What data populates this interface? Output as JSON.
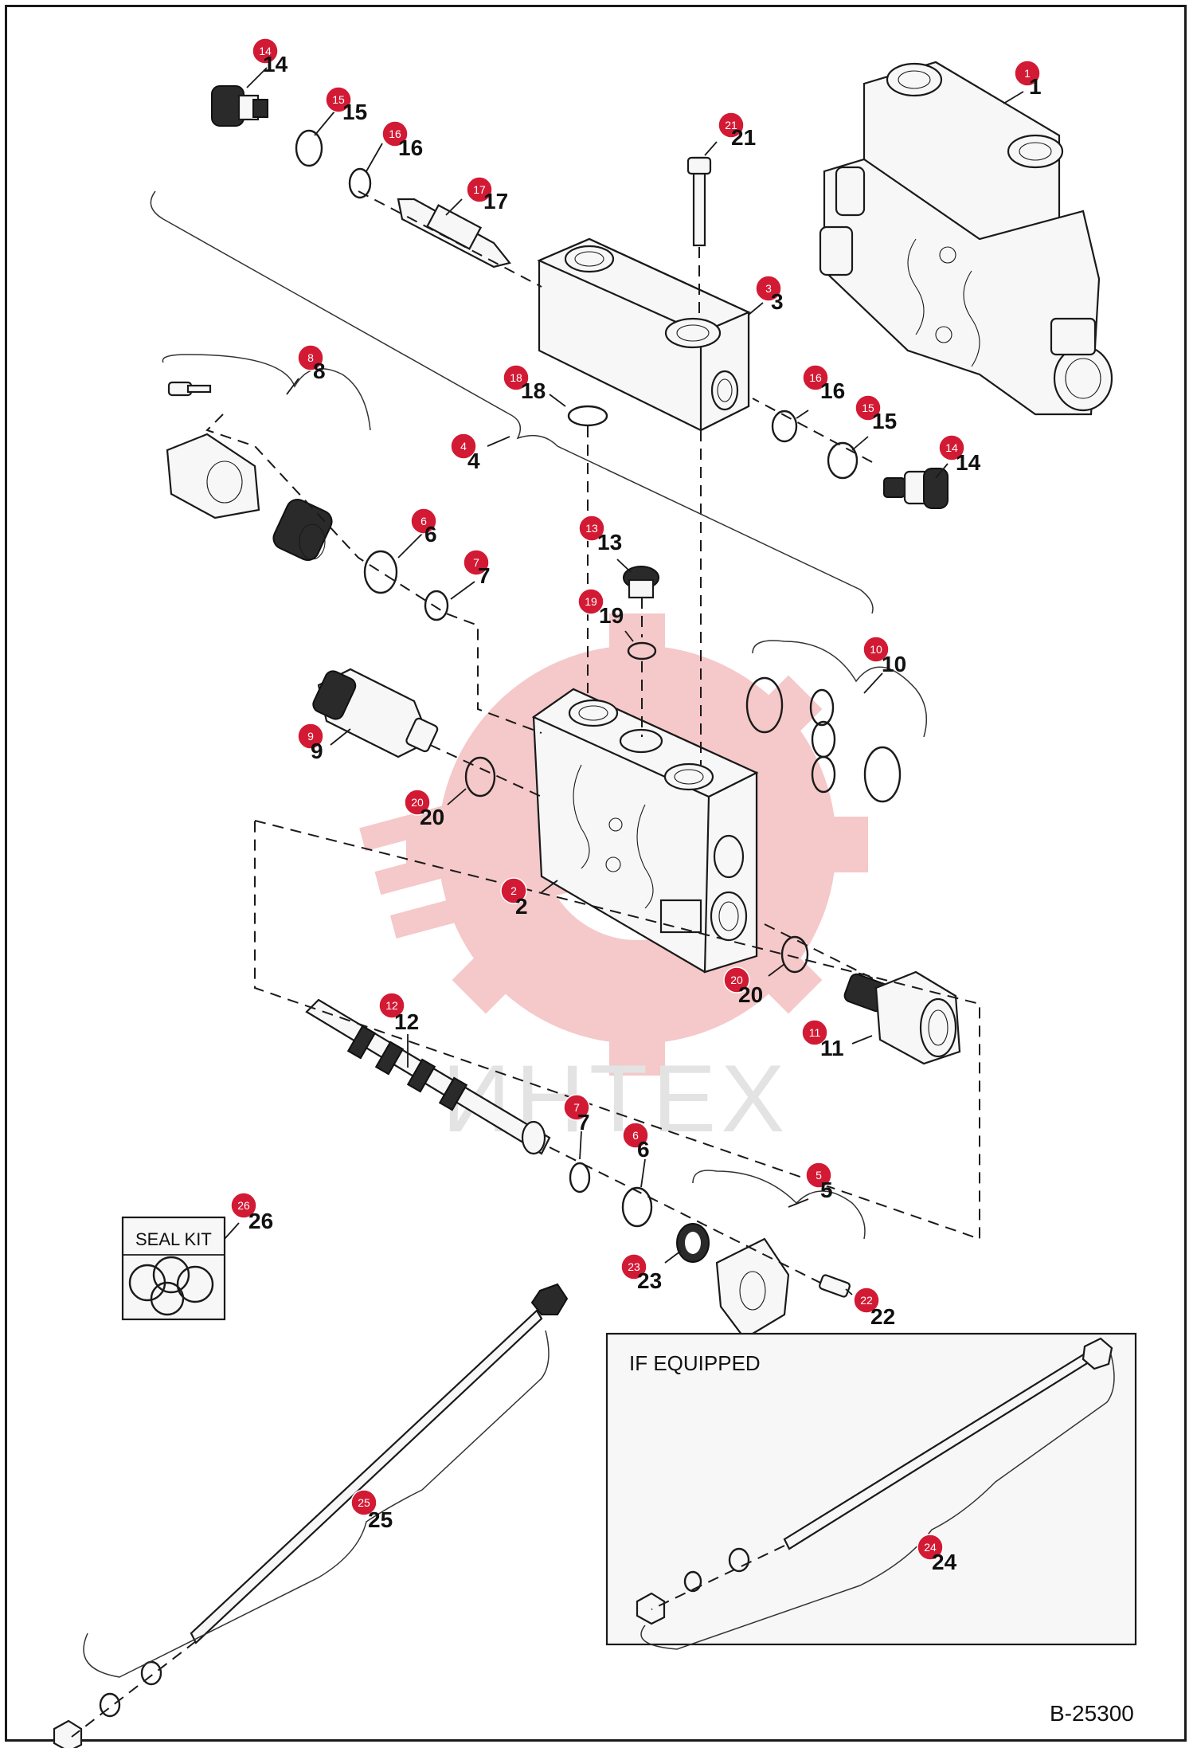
{
  "reference_code": "B-25300",
  "watermark_text": "ИНТЕХ",
  "if_equipped_label": "IF EQUIPPED",
  "seal_kit_label": "SEAL KIT",
  "callouts": [
    {
      "id": "c14a",
      "num": "14"
    },
    {
      "id": "c15a",
      "num": "15"
    },
    {
      "id": "c16a",
      "num": "16"
    },
    {
      "id": "c17",
      "num": "17"
    },
    {
      "id": "c21",
      "num": "21"
    },
    {
      "id": "c1",
      "num": "1"
    },
    {
      "id": "c3",
      "num": "3"
    },
    {
      "id": "c8",
      "num": "8"
    },
    {
      "id": "c18",
      "num": "18"
    },
    {
      "id": "c16b",
      "num": "16"
    },
    {
      "id": "c15b",
      "num": "15"
    },
    {
      "id": "c4",
      "num": "4"
    },
    {
      "id": "c14b",
      "num": "14"
    },
    {
      "id": "c6a",
      "num": "6"
    },
    {
      "id": "c13",
      "num": "13"
    },
    {
      "id": "c7a",
      "num": "7"
    },
    {
      "id": "c19",
      "num": "19"
    },
    {
      "id": "c10",
      "num": "10"
    },
    {
      "id": "c9",
      "num": "9"
    },
    {
      "id": "c20a",
      "num": "20"
    },
    {
      "id": "c2",
      "num": "2"
    },
    {
      "id": "c20b",
      "num": "20"
    },
    {
      "id": "c11",
      "num": "11"
    },
    {
      "id": "c12",
      "num": "12"
    },
    {
      "id": "c7b",
      "num": "7"
    },
    {
      "id": "c6b",
      "num": "6"
    },
    {
      "id": "c5",
      "num": "5"
    },
    {
      "id": "c26",
      "num": "26"
    },
    {
      "id": "c23",
      "num": "23"
    },
    {
      "id": "c22",
      "num": "22"
    },
    {
      "id": "c25",
      "num": "25"
    },
    {
      "id": "c24",
      "num": "24"
    }
  ],
  "colors": {
    "badge": "#d21a34",
    "line": "#1a1a1a",
    "watermark": "#f2b6b8"
  }
}
